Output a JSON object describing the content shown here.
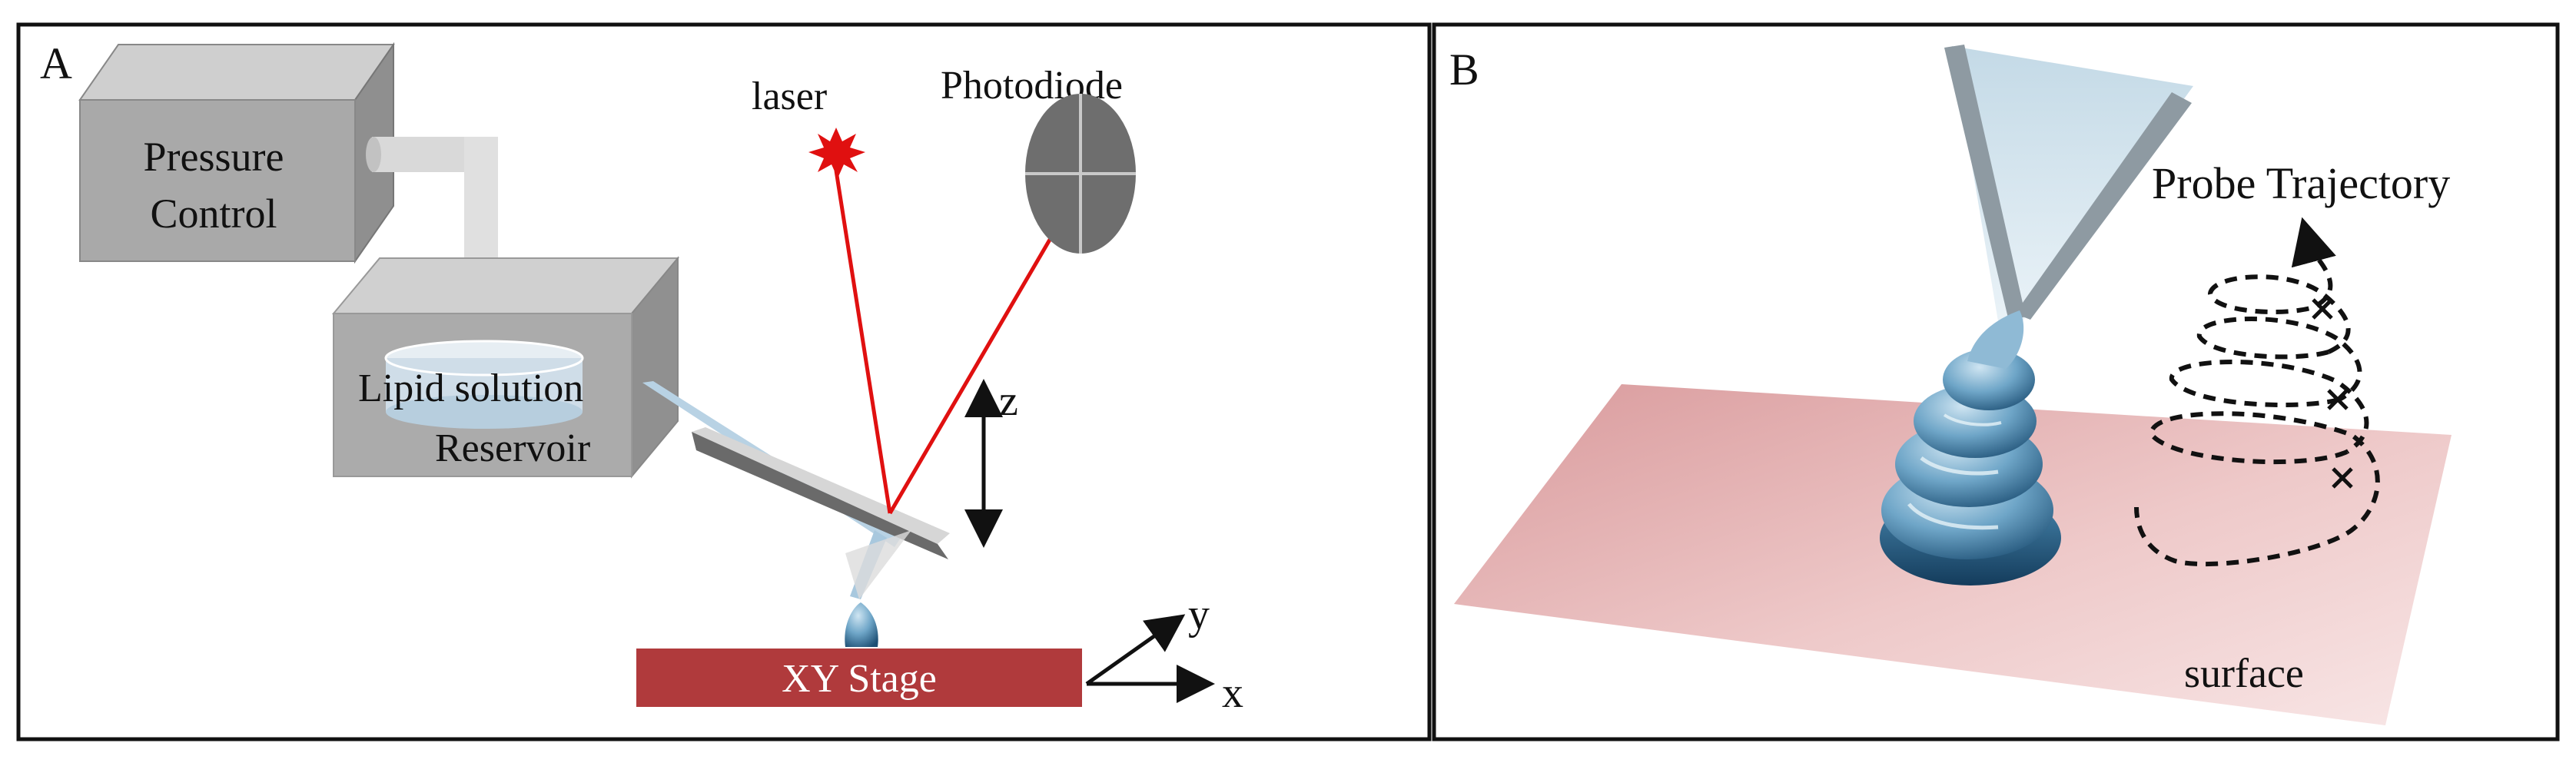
{
  "panel_a": {
    "letter": "A",
    "pressure_control": [
      "Pressure",
      "Control"
    ],
    "lipid_solution": "Lipid solution",
    "reservoir": "Reservoir",
    "laser": "laser",
    "photodiode": "Photodiode",
    "z_label": "z",
    "stage_label": "XY Stage",
    "y_label": "y",
    "x_label": "x"
  },
  "panel_b": {
    "letter": "B",
    "trajectory": "Probe Trajectory",
    "surface": "surface"
  },
  "colors": {
    "laser_red": "#e01010",
    "stage_red": "#b03a3c",
    "box_gray": "#a8a8a8",
    "photodiode_gray": "#6e6e6e",
    "surface_pink": "#ecc4c4",
    "droplet_blue": "#3f7fa8"
  }
}
